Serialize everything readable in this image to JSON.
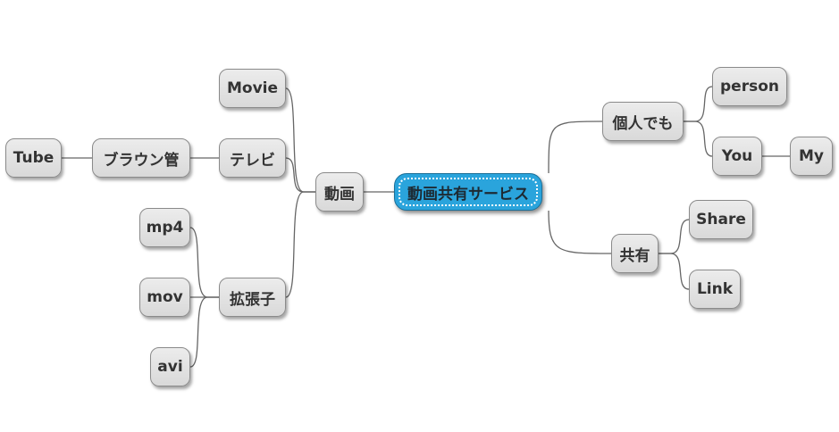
{
  "mindmap": {
    "root": "動画共有サービス",
    "nodes": {
      "douga": "動画",
      "movie": "Movie",
      "terebi": "テレビ",
      "buraun": "ブラウン管",
      "tube": "Tube",
      "kakucho": "拡張子",
      "mp4": "mp4",
      "mov": "mov",
      "avi": "avi",
      "kojin": "個人でも",
      "person": "person",
      "you": "You",
      "my": "My",
      "kyoyu": "共有",
      "share": "Share",
      "link": "Link"
    },
    "edges": [
      [
        "root",
        "douga"
      ],
      [
        "douga",
        "movie"
      ],
      [
        "douga",
        "terebi"
      ],
      [
        "terebi",
        "buraun"
      ],
      [
        "buraun",
        "tube"
      ],
      [
        "douga",
        "kakucho"
      ],
      [
        "kakucho",
        "mp4"
      ],
      [
        "kakucho",
        "mov"
      ],
      [
        "kakucho",
        "avi"
      ],
      [
        "root",
        "kojin"
      ],
      [
        "kojin",
        "person"
      ],
      [
        "kojin",
        "you"
      ],
      [
        "you",
        "my"
      ],
      [
        "root",
        "kyoyu"
      ],
      [
        "kyoyu",
        "share"
      ],
      [
        "kyoyu",
        "link"
      ]
    ]
  },
  "colors": {
    "root_fill": "#2aa4dc",
    "node_fill": "#e3e3e3",
    "line": "#666666",
    "text": "#333333"
  }
}
